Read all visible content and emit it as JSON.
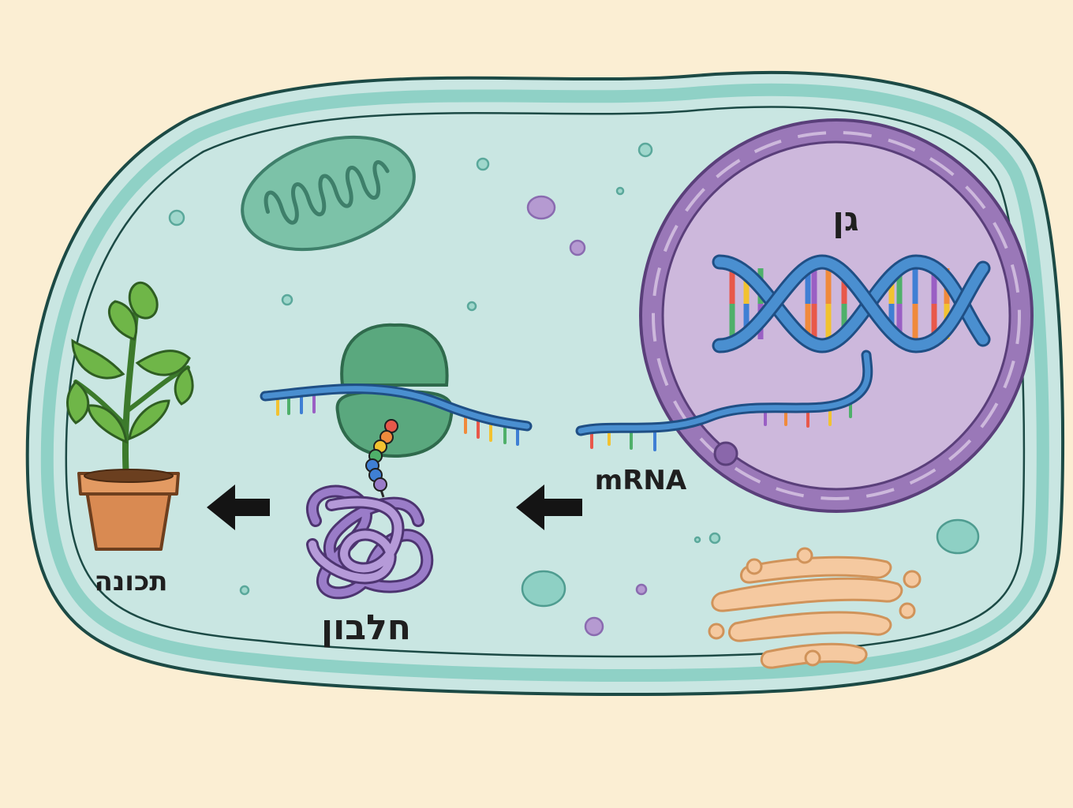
{
  "labels": {
    "gene": "גן",
    "mrna": "mRNA",
    "protein": "חלבון",
    "trait": "תכונה"
  },
  "colors": {
    "background": "#fbeed3",
    "cytoplasm": "#c9e6e2",
    "membrane": "#8fd1c6",
    "nucleus": "#cdb8dc",
    "nucleus_envelope": "#9a78b8",
    "mitochondrion": "#7cc2a8",
    "ribosome": "#5aa87e",
    "strand": "#4a8fd0",
    "protein_chain": "#9a7cc8",
    "golgi": "#f5c9a0",
    "pot": "#d98a52",
    "leaf": "#6fb648",
    "arrow": "#141414"
  },
  "base_colors": [
    "#e8584a",
    "#f2c230",
    "#4fb06a",
    "#3f7fd4",
    "#9a5fc4",
    "#f08a3c"
  ]
}
